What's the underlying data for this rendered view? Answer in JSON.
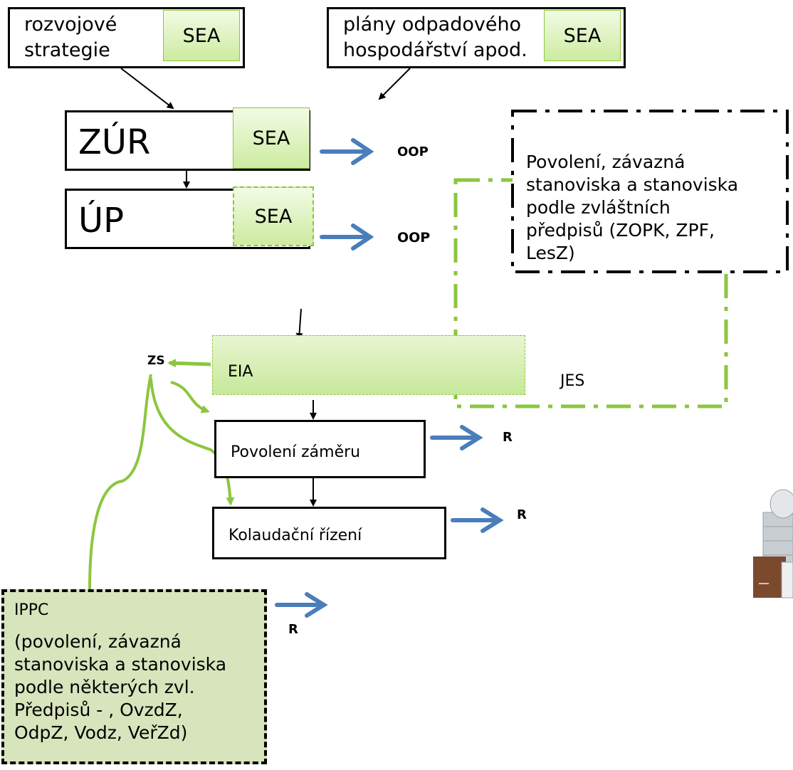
{
  "strategies": {
    "text_line1": "rozvojové",
    "text_line2": "strategie",
    "sea": "SEA"
  },
  "waste_plans": {
    "text_line1": "plány odpadového",
    "text_line2": "hospodářství apod.",
    "sea": "SEA"
  },
  "zur": {
    "label": "ZÚR",
    "sea": "SEA",
    "result": "OOP"
  },
  "up": {
    "label": "ÚP",
    "sea": "SEA",
    "result": "OOP"
  },
  "permits_box": {
    "lines": [
      "Povolení, závazná",
      "stanoviska a stanoviska",
      "podle zvláštních",
      "předpisů (ZOPK, ZPF,",
      "LesZ)"
    ]
  },
  "jes": {
    "label": "JES"
  },
  "eia": {
    "label": "EIA",
    "result": "ZS"
  },
  "project_permit": {
    "label": "Povolení záměru",
    "result": "R"
  },
  "approval": {
    "label": "Kolaudační řízení",
    "result": "R"
  },
  "ippc": {
    "title": "IPPC",
    "lines": [
      "(povolení, závazná",
      "stanoviska a stanoviska",
      "podle některých zvl.",
      "Předpisů - , OvzdZ,",
      "OdpZ, Vodz, VeřZd)"
    ],
    "result": "R"
  },
  "colors": {
    "blue_arrow": "#4a7ebb",
    "green": "#8cc63f",
    "ippc_fill": "#d7e4bc",
    "sea_fill": "#cdeba0"
  }
}
